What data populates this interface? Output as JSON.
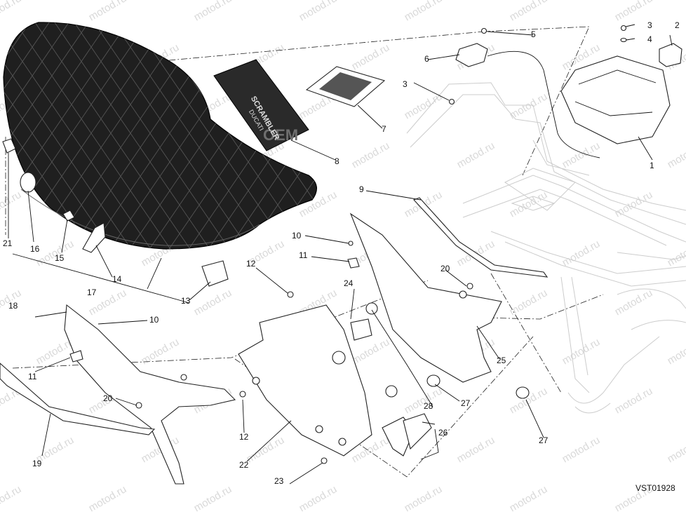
{
  "watermark": "motod.ru",
  "drawing_code": "VST01928",
  "stamp": "OEM",
  "booklet_text": {
    "line1": "SCRAMBLER",
    "line2": "DUCATI"
  },
  "callouts": [
    {
      "id": "c1",
      "text": "1"
    },
    {
      "id": "c2",
      "text": "2"
    },
    {
      "id": "c3a",
      "text": "3"
    },
    {
      "id": "c3b",
      "text": "3"
    },
    {
      "id": "c4",
      "text": "4"
    },
    {
      "id": "c5",
      "text": "5"
    },
    {
      "id": "c6",
      "text": "6"
    },
    {
      "id": "c7",
      "text": "7"
    },
    {
      "id": "c8",
      "text": "8"
    },
    {
      "id": "c9",
      "text": "9"
    },
    {
      "id": "c10a",
      "text": "10"
    },
    {
      "id": "c10b",
      "text": "10"
    },
    {
      "id": "c11a",
      "text": "11"
    },
    {
      "id": "c11b",
      "text": "11"
    },
    {
      "id": "c12a",
      "text": "12"
    },
    {
      "id": "c12b",
      "text": "12"
    },
    {
      "id": "c13",
      "text": "13"
    },
    {
      "id": "c14",
      "text": "14"
    },
    {
      "id": "c15",
      "text": "15"
    },
    {
      "id": "c16",
      "text": "16"
    },
    {
      "id": "c17",
      "text": "17"
    },
    {
      "id": "c18",
      "text": "18"
    },
    {
      "id": "c19",
      "text": "19"
    },
    {
      "id": "c20a",
      "text": "20"
    },
    {
      "id": "c20b",
      "text": "20"
    },
    {
      "id": "c21",
      "text": "21"
    },
    {
      "id": "c22",
      "text": "22"
    },
    {
      "id": "c23",
      "text": "23"
    },
    {
      "id": "c24",
      "text": "24"
    },
    {
      "id": "c25",
      "text": "25"
    },
    {
      "id": "c26",
      "text": "26"
    },
    {
      "id": "c27a",
      "text": "27"
    },
    {
      "id": "c27b",
      "text": "27"
    },
    {
      "id": "c28",
      "text": "28"
    }
  ],
  "colors": {
    "ink": "#111111",
    "seat": "#1f1f1f",
    "booklet": "#2a2a2a",
    "watermark": "#d9d9d9"
  }
}
